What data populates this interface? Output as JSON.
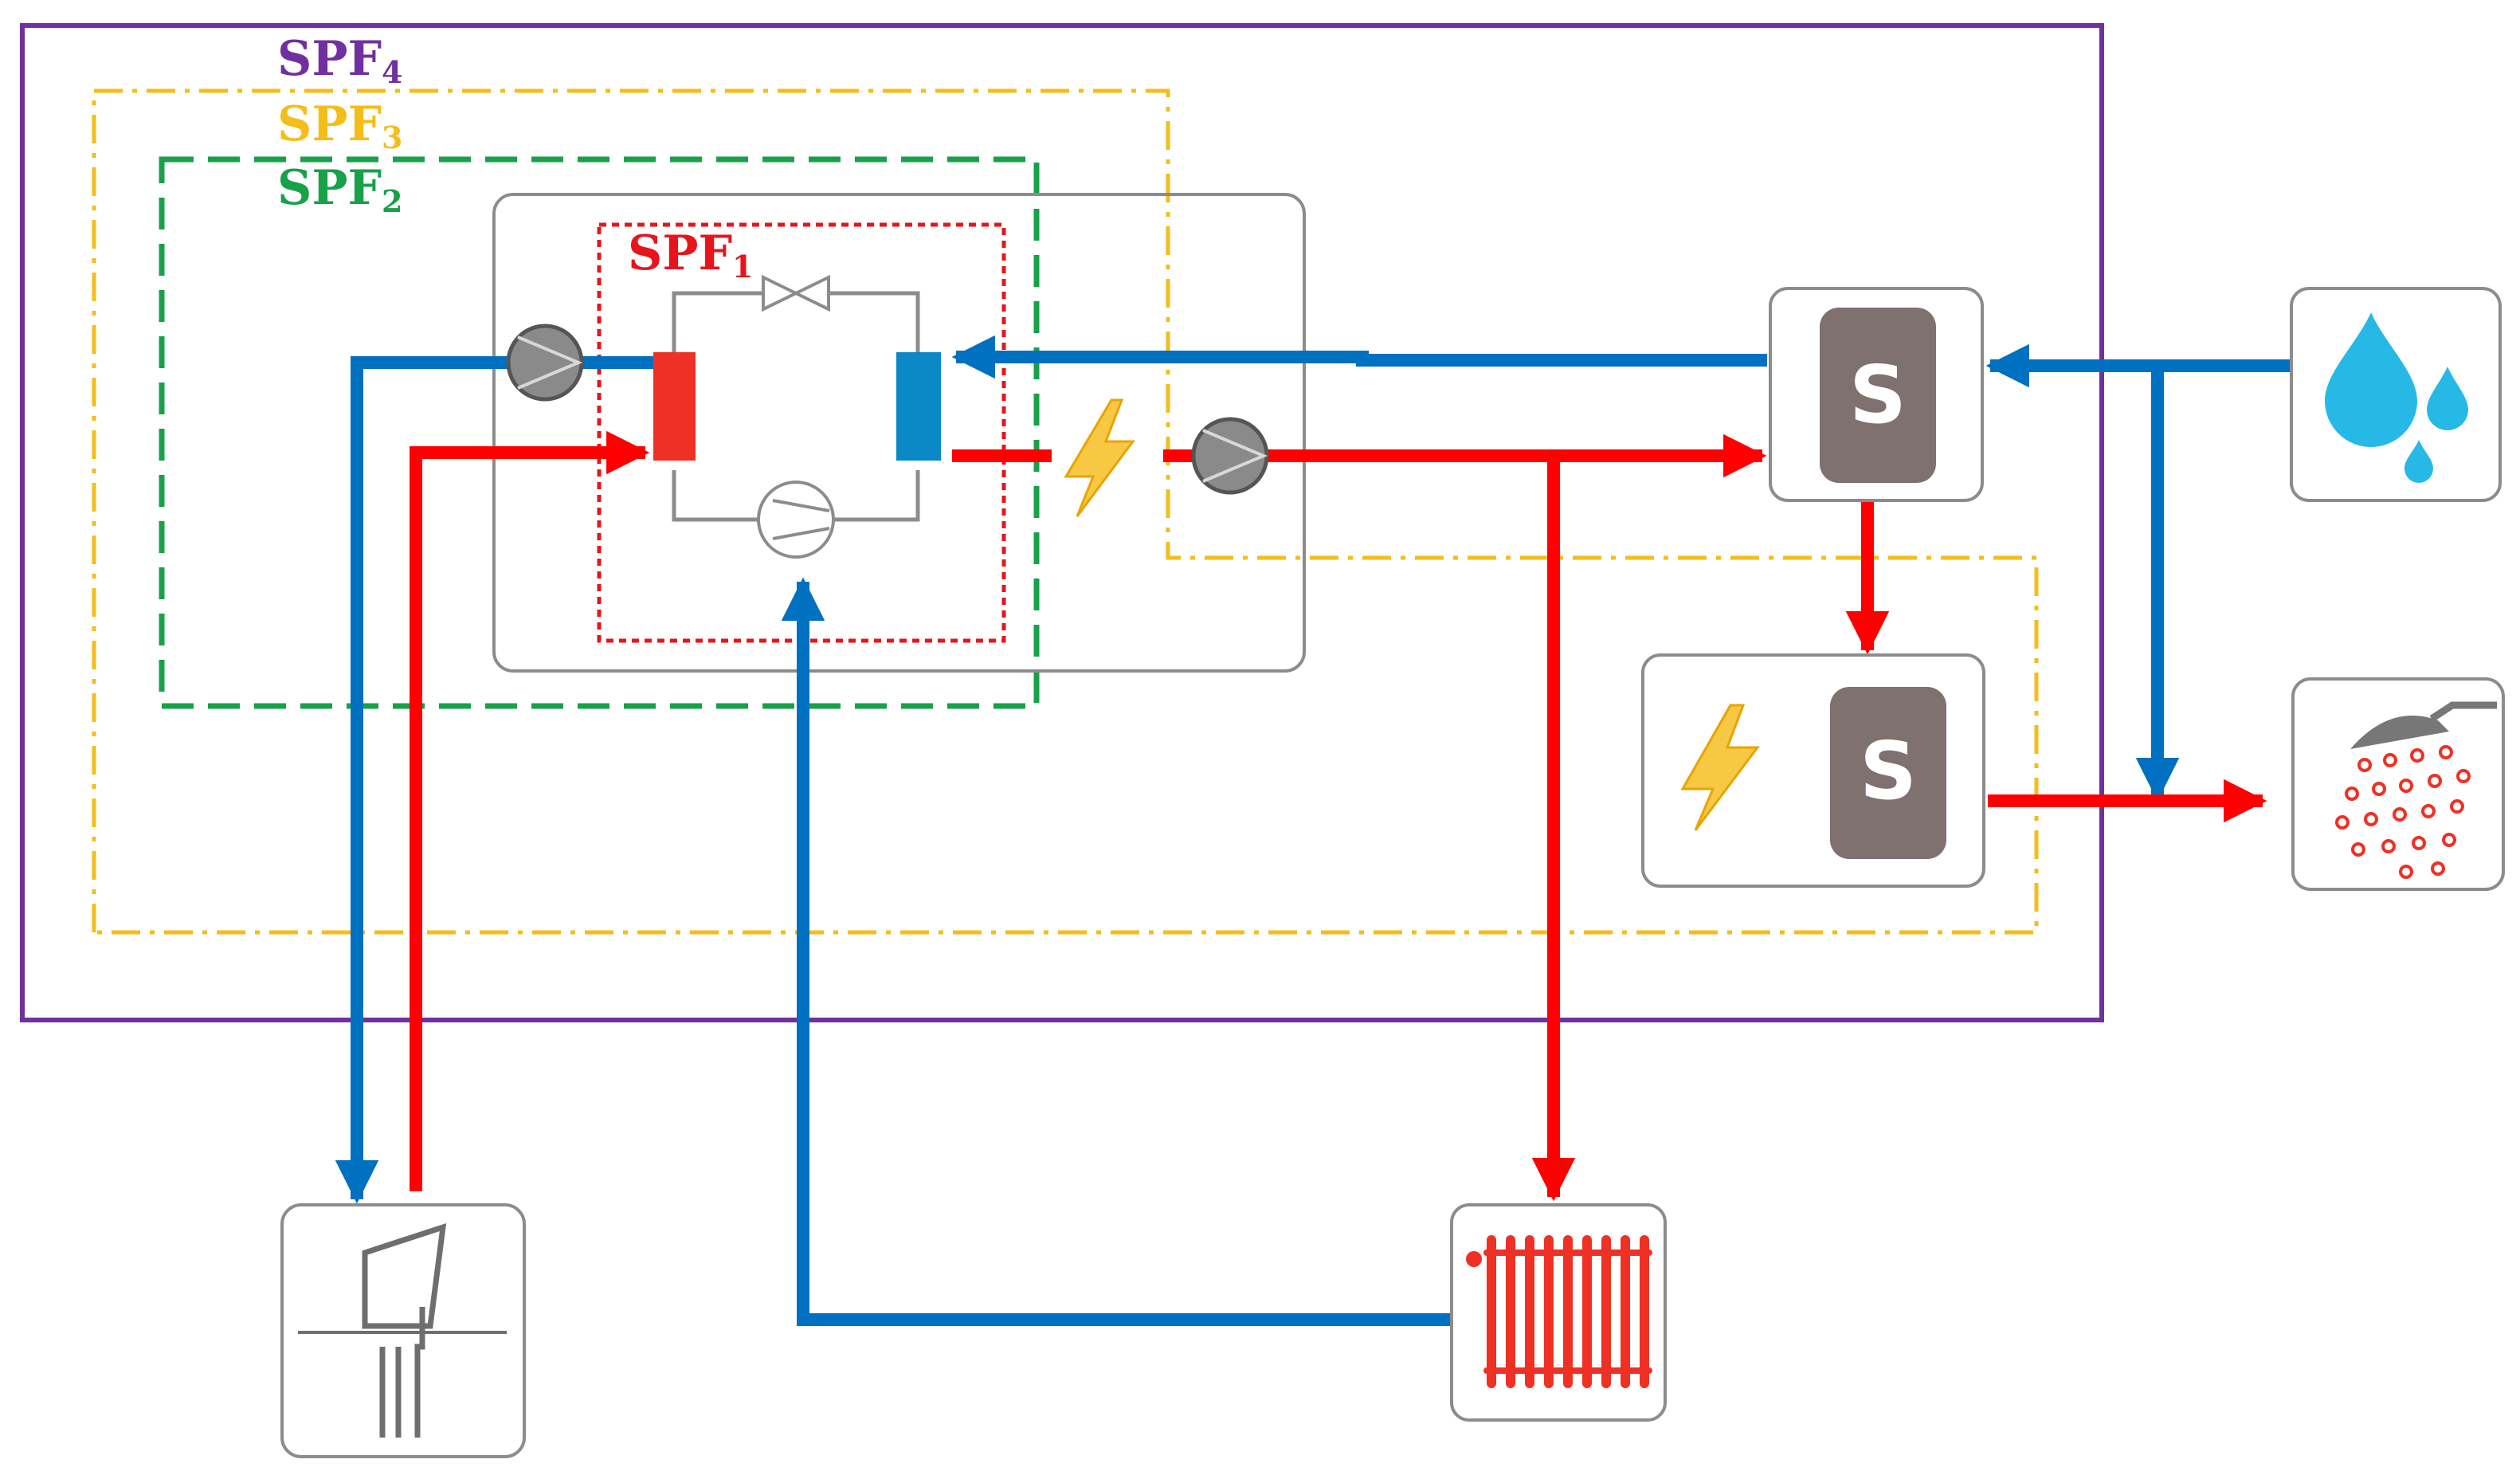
{
  "boundaries": {
    "spf1": {
      "main": "SPF",
      "sub": "1",
      "color": "#e8141b"
    },
    "spf2": {
      "main": "SPF",
      "sub": "2",
      "color": "#17a148"
    },
    "spf3": {
      "main": "SPF",
      "sub": "3",
      "color": "#f4bd1a"
    },
    "spf4": {
      "main": "SPF",
      "sub": "4",
      "color": "#7030a0"
    }
  },
  "storage_tanks": {
    "dhw_tank_label": "S",
    "electric_backup_tank_label": "S"
  },
  "colors": {
    "hot_flow": "#ff0000",
    "cold_flow": "#0070c0",
    "box_border": "#8c8c8c",
    "tank_fill": "#7f7170",
    "lightning": "#f7c843",
    "water_drop": "#27b9e6",
    "radiator": "#ee3124",
    "condenser": "#ee3124",
    "evaporator": "#0a89c6",
    "pump": "#8a8a8a"
  },
  "icons": {
    "ground_source": "ground-borehole-icon",
    "radiator": "radiator-icon",
    "cold_water": "water-drops-icon",
    "shower": "shower-icon",
    "electricity": "lightning-bolt-icon",
    "expansion_valve": "expansion-valve-icon",
    "compressor": "compressor-icon",
    "circulation_pump": "circulation-pump-icon"
  }
}
